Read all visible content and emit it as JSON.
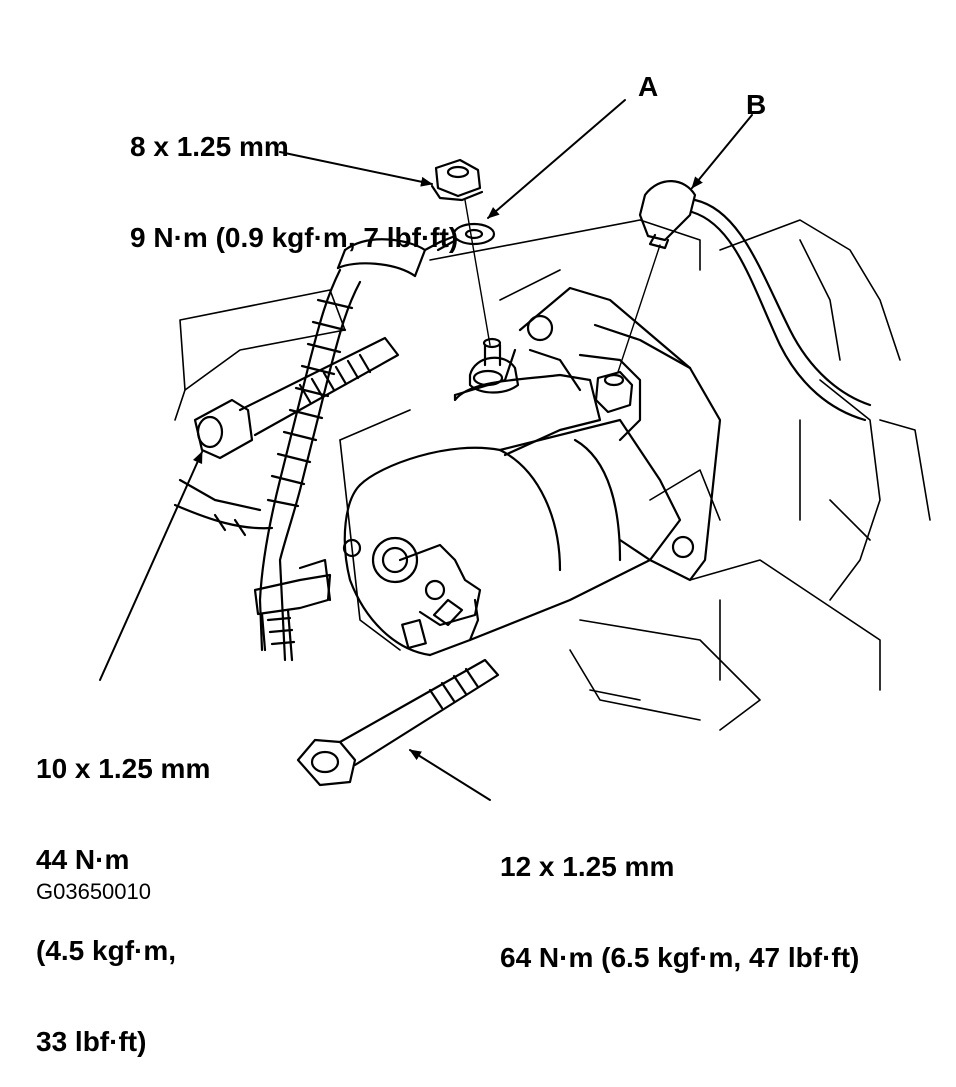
{
  "callouts": {
    "nut": {
      "line1": "8 x 1.25 mm",
      "line2": "9 N·m (0.9 kgf·m, 7 lbf·ft)"
    },
    "a": "A",
    "b": "B",
    "upper_bolt": {
      "line1": "10 x 1.25 mm",
      "line2": "44 N·m",
      "line3": "(4.5 kgf·m,",
      "line4": "33 lbf·ft)"
    },
    "lower_bolt": {
      "line1": "12 x 1.25 mm",
      "line2": "64 N·m (6.5 kgf·m, 47 lbf·ft)"
    }
  },
  "figure_id": "G03650010",
  "colors": {
    "ink": "#000000",
    "paper": "#ffffff"
  }
}
